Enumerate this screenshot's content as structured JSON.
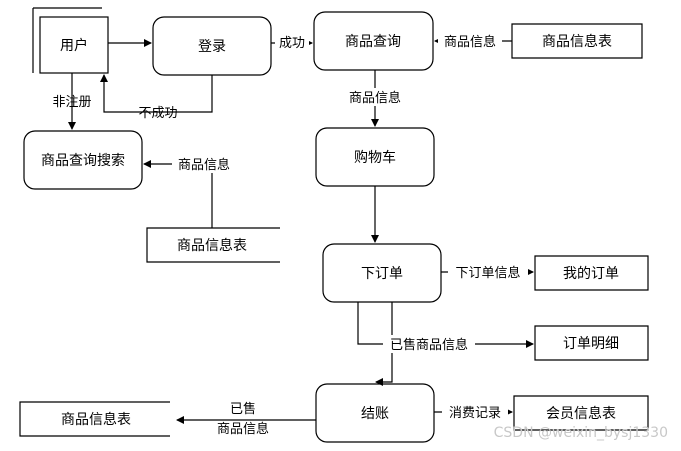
{
  "nodes": {
    "user": "用户",
    "login": "登录",
    "product_query": "商品查询",
    "product_search": "商品查询搜索",
    "cart": "购物车",
    "place_order": "下订单",
    "checkout": "结账"
  },
  "stores": {
    "product_info_table_top": "商品信息表",
    "product_info_table_mid": "商品信息表",
    "product_info_table_bottom": "商品信息表",
    "my_orders": "我的订单",
    "order_detail": "订单明细",
    "member_info_table": "会员信息表"
  },
  "labels": {
    "success": "成功",
    "not_success": "不成功",
    "not_registered": "非注册",
    "product_info_top": "商品信息",
    "product_info_query_to_cart": "商品信息",
    "product_info_to_search": "商品信息",
    "order_info": "下订单信息",
    "sold_product_info": "已售商品信息",
    "sold_line1": "已售",
    "sold_line2": "商品信息",
    "consumption_record": "消费记录"
  },
  "watermark": "CSDN @weixin_bysj1330"
}
